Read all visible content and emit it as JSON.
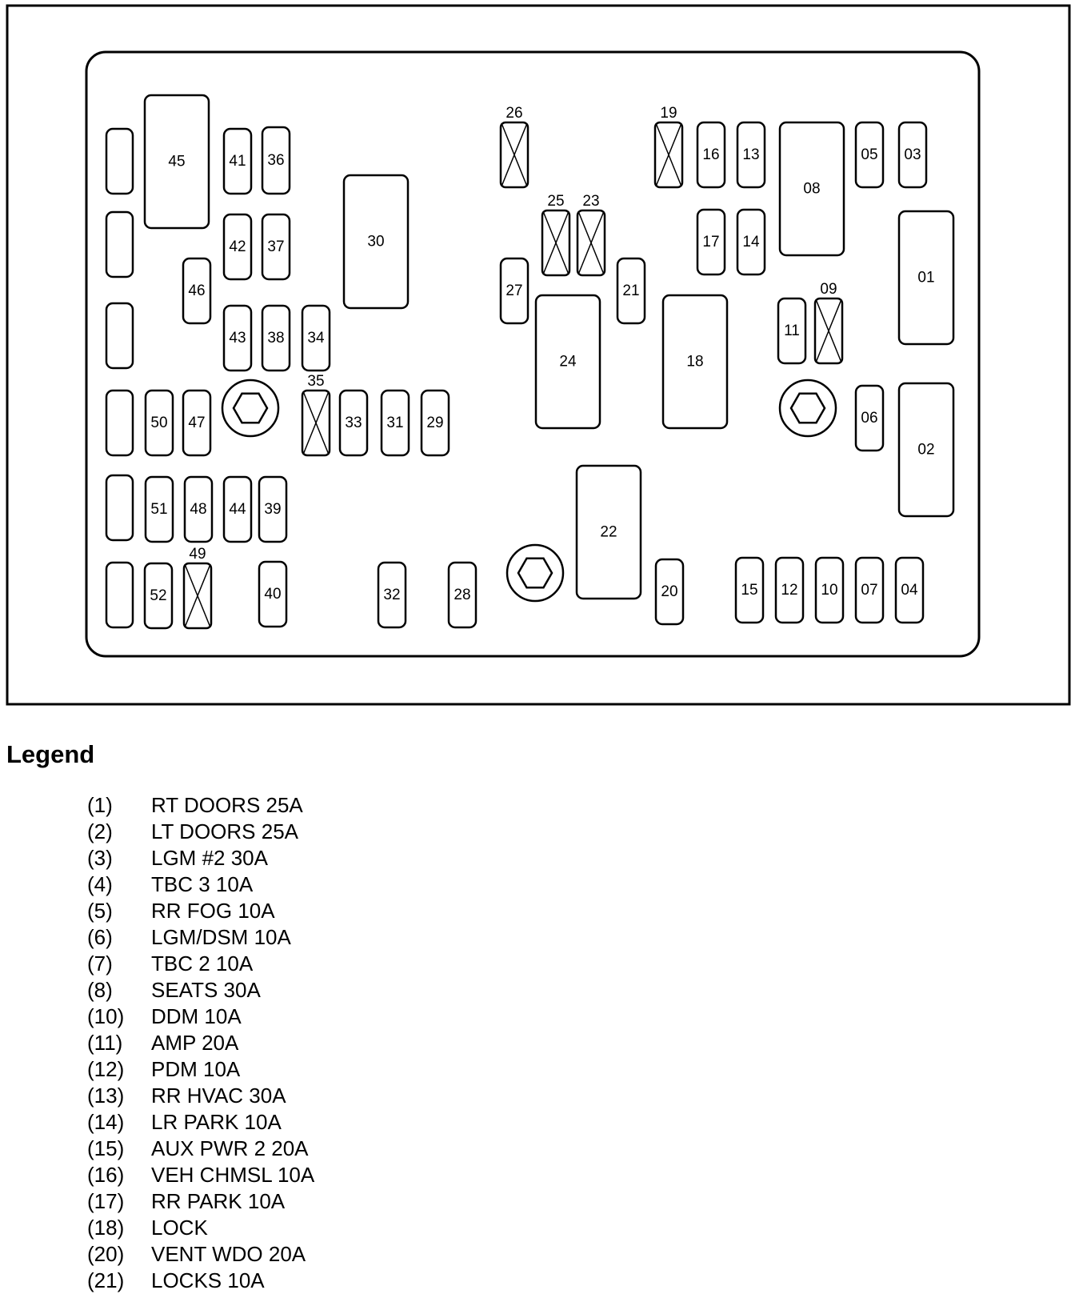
{
  "diagram": {
    "fuses": [
      {
        "id": "blank-1",
        "label": ""
      },
      {
        "id": "blank-2",
        "label": ""
      },
      {
        "id": "blank-3",
        "label": ""
      },
      {
        "id": "blank-4",
        "label": ""
      },
      {
        "id": "blank-5",
        "label": ""
      },
      {
        "id": "blank-6",
        "label": ""
      },
      {
        "id": "45",
        "label": "45"
      },
      {
        "id": "41",
        "label": "41"
      },
      {
        "id": "36",
        "label": "36"
      },
      {
        "id": "42",
        "label": "42"
      },
      {
        "id": "37",
        "label": "37"
      },
      {
        "id": "46",
        "label": "46"
      },
      {
        "id": "43",
        "label": "43"
      },
      {
        "id": "38",
        "label": "38"
      },
      {
        "id": "34",
        "label": "34"
      },
      {
        "id": "30",
        "label": "30"
      },
      {
        "id": "50",
        "label": "50"
      },
      {
        "id": "47",
        "label": "47"
      },
      {
        "id": "33",
        "label": "33"
      },
      {
        "id": "31",
        "label": "31"
      },
      {
        "id": "29",
        "label": "29"
      },
      {
        "id": "51",
        "label": "51"
      },
      {
        "id": "48",
        "label": "48"
      },
      {
        "id": "44",
        "label": "44"
      },
      {
        "id": "39",
        "label": "39"
      },
      {
        "id": "52",
        "label": "52"
      },
      {
        "id": "40",
        "label": "40"
      },
      {
        "id": "32",
        "label": "32"
      },
      {
        "id": "28",
        "label": "28"
      },
      {
        "id": "27",
        "label": "27"
      },
      {
        "id": "24",
        "label": "24"
      },
      {
        "id": "21",
        "label": "21"
      },
      {
        "id": "22",
        "label": "22"
      },
      {
        "id": "20",
        "label": "20"
      },
      {
        "id": "16",
        "label": "16"
      },
      {
        "id": "13",
        "label": "13"
      },
      {
        "id": "17",
        "label": "17"
      },
      {
        "id": "14",
        "label": "14"
      },
      {
        "id": "18",
        "label": "18"
      },
      {
        "id": "08",
        "label": "08"
      },
      {
        "id": "05",
        "label": "05"
      },
      {
        "id": "03",
        "label": "03"
      },
      {
        "id": "01",
        "label": "01"
      },
      {
        "id": "11",
        "label": "11"
      },
      {
        "id": "06",
        "label": "06"
      },
      {
        "id": "02",
        "label": "02"
      },
      {
        "id": "15",
        "label": "15"
      },
      {
        "id": "12",
        "label": "12"
      },
      {
        "id": "10",
        "label": "10"
      },
      {
        "id": "07",
        "label": "07"
      },
      {
        "id": "04",
        "label": "04"
      }
    ],
    "empty_slots": [
      {
        "id": "26",
        "label": "26"
      },
      {
        "id": "25",
        "label": "25"
      },
      {
        "id": "23",
        "label": "23"
      },
      {
        "id": "19",
        "label": "19"
      },
      {
        "id": "09",
        "label": "09"
      },
      {
        "id": "35",
        "label": "35"
      },
      {
        "id": "49",
        "label": "49"
      }
    ],
    "bolts": [
      "bolt-1",
      "bolt-2",
      "bolt-3"
    ]
  },
  "legend": {
    "title": "Legend",
    "items": [
      {
        "num": "(1)",
        "text": "RT DOORS 25A"
      },
      {
        "num": "(2)",
        "text": "LT DOORS 25A"
      },
      {
        "num": "(3)",
        "text": "LGM #2 30A"
      },
      {
        "num": "(4)",
        "text": "TBC 3 10A"
      },
      {
        "num": "(5)",
        "text": "RR FOG 10A"
      },
      {
        "num": "(6)",
        "text": "LGM/DSM 10A"
      },
      {
        "num": "(7)",
        "text": "TBC 2 10A"
      },
      {
        "num": "(8)",
        "text": "SEATS 30A"
      },
      {
        "num": "(10)",
        "text": "DDM 10A"
      },
      {
        "num": "(11)",
        "text": "AMP 20A"
      },
      {
        "num": "(12)",
        "text": "PDM 10A"
      },
      {
        "num": "(13)",
        "text": "RR HVAC 30A"
      },
      {
        "num": "(14)",
        "text": "LR PARK 10A"
      },
      {
        "num": "(15)",
        "text": "AUX PWR 2 20A"
      },
      {
        "num": "(16)",
        "text": "VEH CHMSL 10A"
      },
      {
        "num": "(17)",
        "text": "RR PARK 10A"
      },
      {
        "num": "(18)",
        "text": "LOCK"
      },
      {
        "num": "(20)",
        "text": "VENT WDO 20A"
      },
      {
        "num": "(21)",
        "text": "LOCKS 10A"
      }
    ]
  }
}
